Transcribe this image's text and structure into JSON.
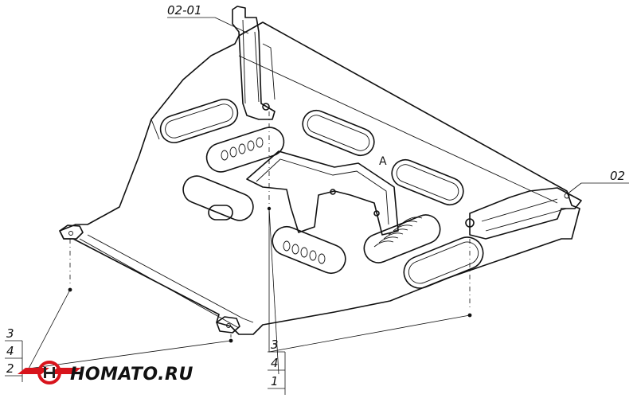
{
  "callouts": {
    "bracket_top": "02-01",
    "bracket_right": "02"
  },
  "fastener_stacks": {
    "left": [
      "3",
      "4",
      "2"
    ],
    "bottom": [
      "3",
      "4",
      "1"
    ]
  },
  "plate_marking": "A",
  "logo": {
    "text": "HOMATO.RU",
    "colors": {
      "mark_red": "#d8141c",
      "mark_dark": "#222222"
    }
  }
}
